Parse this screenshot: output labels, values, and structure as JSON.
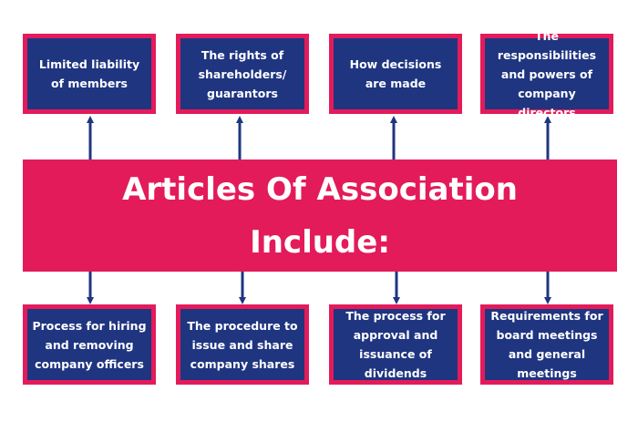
{
  "colors": {
    "box_fill": "#1f3580",
    "box_border": "#e31b5b",
    "banner_fill": "#e31b5b",
    "arrow": "#1f3580",
    "text": "#ffffff"
  },
  "center": {
    "line1": "Articles Of Association",
    "line2": "Include:"
  },
  "top_boxes": [
    {
      "text": "Limited liability of members"
    },
    {
      "text": "The rights of shareholders/ guarantors"
    },
    {
      "text": "How decisions are made"
    },
    {
      "text": "The responsibilities and powers of company directors"
    }
  ],
  "bottom_boxes": [
    {
      "text": "Process for hiring and removing company officers"
    },
    {
      "text": "The procedure to issue and share company shares"
    },
    {
      "text": "The process for approval and issuance of dividends"
    },
    {
      "text": "Requirements for board meetings and general meetings"
    }
  ]
}
